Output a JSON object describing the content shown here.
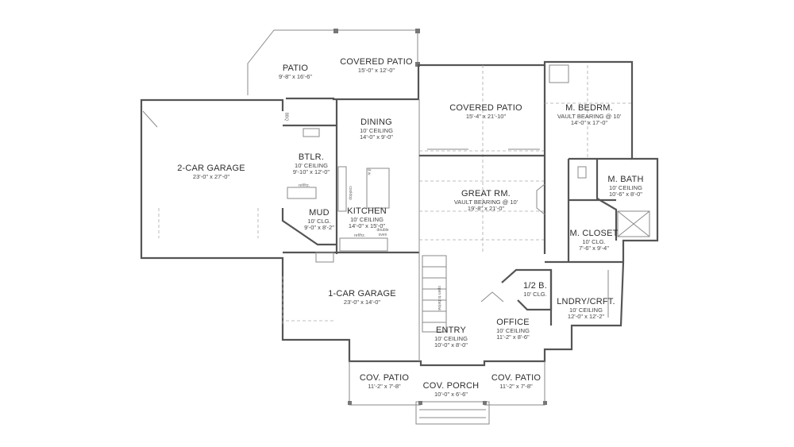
{
  "rooms": {
    "patio": {
      "name": "PATIO",
      "line1": "9'-8\" x 16'-6\""
    },
    "covered_patio_top": {
      "name": "COVERED PATIO",
      "line1": "15'-0\" x 12'-0\""
    },
    "dining": {
      "name": "DINING",
      "line1": "10' CEILING",
      "line2": "14'-0\" x 9'-0\""
    },
    "covered_patio_mid": {
      "name": "COVERED PATIO",
      "line1": "15'-4\" x 21'-10\""
    },
    "m_bedroom": {
      "name": "M. BEDRM.",
      "line1": "VAULT BEARING @ 10'",
      "line2": "14'-0\" x 17'-0\""
    },
    "two_car_garage": {
      "name": "2-CAR GARAGE",
      "line1": "23'-0\" x 27'-0\""
    },
    "butler": {
      "name": "BTLR.",
      "line1": "10' CEILING",
      "line2": "9'-10\" x 12'-0\""
    },
    "great_room": {
      "name": "GREAT RM.",
      "line1": "VAULT BEARING @ 10'",
      "line2": "19'-8\" x 21'-0\""
    },
    "m_bath": {
      "name": "M. BATH",
      "line1": "10' CEILING",
      "line2": "10'-6\" x 8'-0\""
    },
    "mud": {
      "name": "MUD",
      "line1": "10' CLG.",
      "line2": "9'-0\" x 8'-2\""
    },
    "kitchen": {
      "name": "KITCHEN",
      "line1": "10' CEILING",
      "line2": "14'-0\" x 15'-0\""
    },
    "m_closet": {
      "name": "M. CLOSET",
      "line1": "10' CLG.",
      "line2": "7'-6\" x 9'-4\""
    },
    "half_bath": {
      "name": "1/2 B.",
      "line1": "10' CLG."
    },
    "one_car_garage": {
      "name": "1-CAR GARAGE",
      "line1": "23'-0\" x 14'-0\""
    },
    "laundry": {
      "name": "LNDRY/CRFT.",
      "line1": "10' CEILING",
      "line2": "12'-0\" x 12'-2\""
    },
    "office": {
      "name": "OFFICE",
      "line1": "10' CEILING",
      "line2": "11'-2\" x 8'-6\""
    },
    "entry": {
      "name": "ENTRY",
      "line1": "10' CEILING",
      "line2": "10'-0\" x 8'-0\""
    },
    "cov_patio_left": {
      "name": "COV. PATIO",
      "line1": "11'-2\" x 7'-8\""
    },
    "cov_porch": {
      "name": "COV. PORCH",
      "line1": "10'-0\" x 6'-6\""
    },
    "cov_patio_right": {
      "name": "COV. PATIO",
      "line1": "11'-2\" x 7'-8\""
    }
  },
  "notes": {
    "bbq": "BBQ",
    "ref": "ref/frz.",
    "ref2": "ref/frz.",
    "dw": "d.w.",
    "cooktop": "cooktop",
    "double_oven": "double oven",
    "open_below": "open to below"
  }
}
